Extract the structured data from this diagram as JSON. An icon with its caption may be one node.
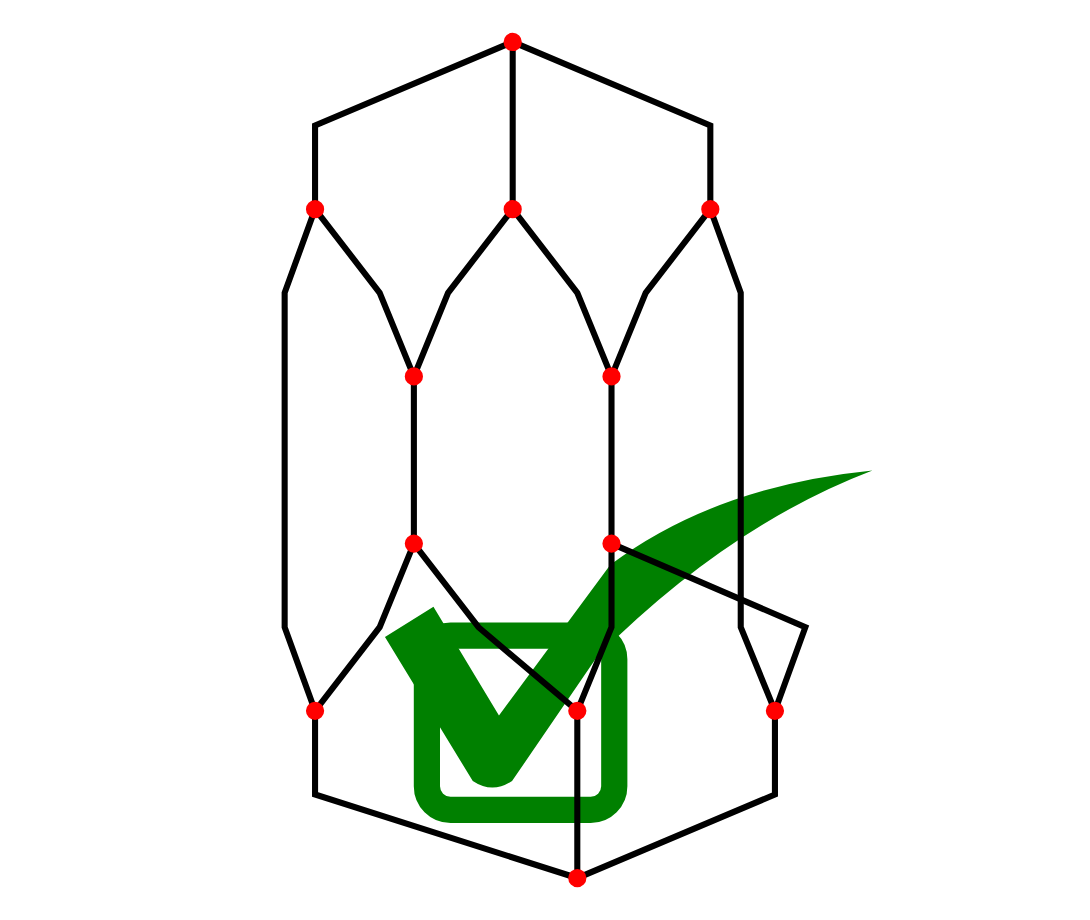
{
  "diagram": {
    "nodes": [
      {
        "text": [],
        "shape": "circle"
      },
      {
        "text": [],
        "shape": "circle"
      },
      {
        "text": [],
        "shape": "circle"
      },
      {
        "text": [],
        "shape": "circle"
      },
      {
        "text": [],
        "shape": "circle"
      },
      {
        "text": [],
        "shape": "circle"
      },
      {
        "text": [],
        "shape": "circle"
      },
      {
        "text": [],
        "shape": "circle"
      },
      {
        "text": [],
        "shape": "circle"
      },
      {
        "text": [],
        "shape": "circle"
      },
      {
        "text": [],
        "shape": "circle"
      },
      {
        "text": [],
        "shape": "circle"
      }
    ],
    "edges": [
      {
        "from": 0,
        "to": 1,
        "arrow": "none"
      },
      {
        "from": 0,
        "to": 2,
        "arrow": "none"
      },
      {
        "from": 1,
        "to": 3,
        "arrow": "none"
      },
      {
        "from": 2,
        "to": 3,
        "arrow": "none"
      },
      {
        "from": 0,
        "to": 4,
        "arrow": "none"
      },
      {
        "from": 1,
        "to": 7,
        "arrow": "none"
      },
      {
        "from": 2,
        "to": 5,
        "arrow": "none"
      },
      {
        "from": 3,
        "to": 6,
        "arrow": "none"
      },
      {
        "from": 4,
        "to": 5,
        "arrow": "none"
      },
      {
        "from": 6,
        "to": 7,
        "arrow": "none"
      },
      {
        "from": 4,
        "to": 10,
        "arrow": "none"
      },
      {
        "from": 5,
        "to": 8,
        "arrow": "none"
      },
      {
        "from": 6,
        "to": 9,
        "arrow": "none"
      },
      {
        "from": 7,
        "to": 11,
        "arrow": "none"
      },
      {
        "from": 8,
        "to": 9,
        "arrow": "none"
      },
      {
        "from": 8,
        "to": 10,
        "arrow": "none"
      },
      {
        "from": 9,
        "to": 11,
        "arrow": "none"
      },
      {
        "from": 10,
        "to": 11,
        "arrow": "none"
      }
    ]
  }
}
